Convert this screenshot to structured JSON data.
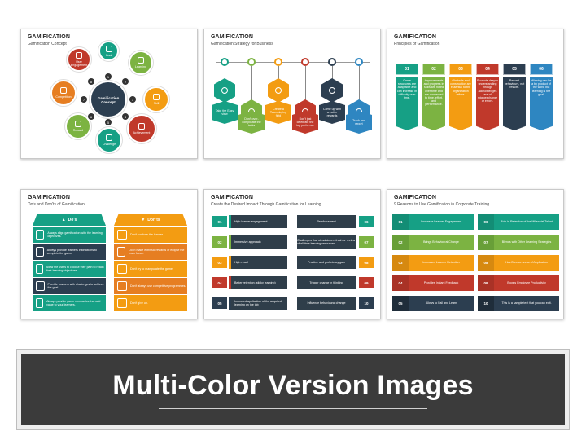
{
  "banner": {
    "title": "Multi-Color Version Images"
  },
  "colors": {
    "banner_bg": "#3b3b3b",
    "green": "#7cb342",
    "orange": "#f39c12",
    "red": "#c0392b",
    "teal": "#16a085",
    "navy": "#2c3e50",
    "blue": "#2e86c1"
  },
  "slides": [
    {
      "title": "GAMIFICATION",
      "subtitle": "Gamification Concept",
      "center": "Gamification Concept",
      "items": [
        "Goal",
        "Learning",
        "Skill",
        "Achievement",
        "Challenge",
        "Reward",
        "Competition",
        "User Engagement"
      ],
      "numbers": [
        "1",
        "2",
        "3",
        "4",
        "5",
        "6",
        "7",
        "8"
      ]
    },
    {
      "title": "GAMIFICATION",
      "subtitle": "Gamification Strategy for Business",
      "items": [
        "Take the Easy view",
        "Don't over-complicate the tasks",
        "Create a Teamplaying field",
        "Don't just celebrate the top performer",
        "Come up with creative rewards",
        "Track and report"
      ]
    },
    {
      "title": "GAMIFICATION",
      "subtitle": "Principles of Gamification",
      "items": [
        {
          "num": "01",
          "text": "Game structures are adaptable and can increase in difficulty over time."
        },
        {
          "num": "02",
          "text": "Improvements and progress in skills are noted over time and are connected to time, effort, and performance."
        },
        {
          "num": "03",
          "text": "Obstacle and construction are essential to the organization failure."
        },
        {
          "num": "04",
          "text": "Promote deeper understanding through acknowledges are of microexchange or errors."
        },
        {
          "num": "05",
          "text": "Reward behaviours, not results."
        },
        {
          "num": "06",
          "text": "Winning can be a by product of the work, but learning is the goal."
        }
      ]
    },
    {
      "title": "GAMIFICATION",
      "subtitle": "Do's and Don'ts of Gamification",
      "dos_label": "Do's",
      "donts_label": "Don'ts",
      "dos": [
        "Always align gamification with the learning objectives.",
        "Always provide learners instructions to complete the game.",
        "Allow the users to choose their path to reach their learning objectives.",
        "Provide learners with challenges to achieve the goal.",
        "Always provide game mechanics that add value to your learners."
      ],
      "donts": [
        "Don't confuse the learner.",
        "Don't make extrinsic rewards of eclipse the main focus.",
        "Don't try to manipulate the game.",
        "Don't always use competitive programmes.",
        "Don't give up."
      ]
    },
    {
      "title": "GAMIFICATION",
      "subtitle": "Create the Desired Impact Through Gamification for Learning",
      "left": [
        {
          "num": "01",
          "text": "High learner engagement"
        },
        {
          "num": "02",
          "text": "Immersive approach"
        },
        {
          "num": "03",
          "text": "High recall"
        },
        {
          "num": "04",
          "text": "Better retention (sticky learning)"
        },
        {
          "num": "05",
          "text": "Improved application of the acquired learning on the job"
        }
      ],
      "right": [
        {
          "num": "06",
          "text": "Reinforcement"
        },
        {
          "num": "07",
          "text": "Challenges that stimulate a refresh or review of all-time learning resources"
        },
        {
          "num": "08",
          "text": "Practice and proficiency gain"
        },
        {
          "num": "09",
          "text": "Trigger change in thinking"
        },
        {
          "num": "10",
          "text": "Influence behavioural change"
        }
      ]
    },
    {
      "title": "GAMIFICATION",
      "subtitle": "9 Reasons to Use Gamification in Corporate Training",
      "left": [
        {
          "num": "01",
          "text": "Increases Learner Engagement"
        },
        {
          "num": "02",
          "text": "Brings Behavioural Change"
        },
        {
          "num": "03",
          "text": "Increases Learner Retention"
        },
        {
          "num": "04",
          "text": "Provides Instant Feedback"
        },
        {
          "num": "05",
          "text": "Allows to Fail and Learn"
        }
      ],
      "right": [
        {
          "num": "06",
          "text": "Aids in Retention of the Millennial Talent"
        },
        {
          "num": "07",
          "text": "Blends with Other Learning Strategies"
        },
        {
          "num": "08",
          "text": "Has Diverse areas of Application"
        },
        {
          "num": "09",
          "text": "Boosts Employee Productivity"
        },
        {
          "num": "10",
          "text": "This is a sample text that you can edit."
        }
      ]
    }
  ]
}
